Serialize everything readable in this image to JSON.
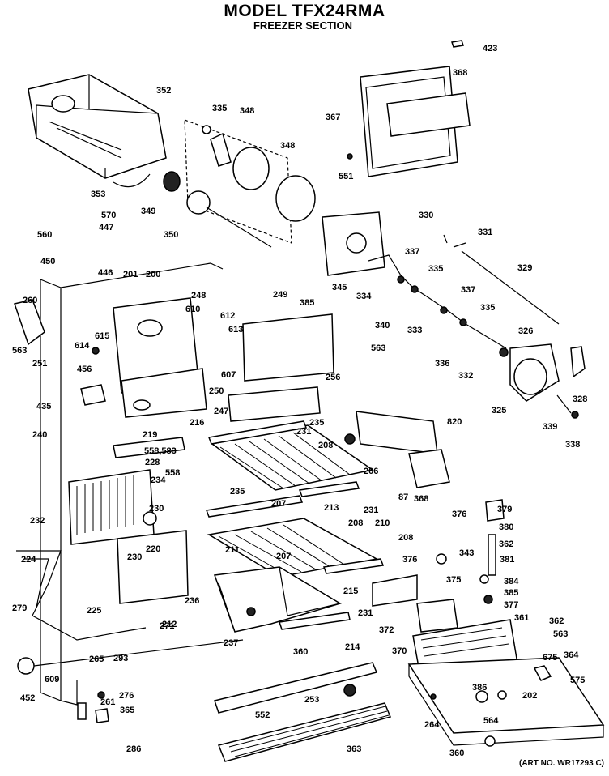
{
  "header": {
    "model": "MODEL TFX24RMA",
    "section": "FREEZER SECTION"
  },
  "footer": {
    "art_no": "(ART NO. WR17293 C)"
  },
  "part_numbers": [
    "423",
    "352",
    "335",
    "348",
    "368",
    "367",
    "348",
    "551",
    "353",
    "349",
    "350",
    "570",
    "447",
    "560",
    "330",
    "331",
    "450",
    "446",
    "201",
    "200",
    "249",
    "337",
    "345",
    "335",
    "334",
    "329",
    "260",
    "248",
    "610",
    "612",
    "385",
    "337",
    "333",
    "340",
    "614",
    "615",
    "613",
    "563",
    "335",
    "326",
    "563",
    "251",
    "607",
    "336",
    "332",
    "456",
    "250",
    "256",
    "325",
    "328",
    "435",
    "247",
    "820",
    "216",
    "235",
    "231",
    "208",
    "219",
    "240",
    "558,583",
    "228",
    "206",
    "339",
    "338",
    "558",
    "234",
    "87",
    "368",
    "207",
    "213",
    "231",
    "379",
    "376",
    "235",
    "380",
    "230",
    "210",
    "220",
    "208",
    "362",
    "232",
    "208",
    "381",
    "343",
    "230",
    "211",
    "207",
    "376",
    "375",
    "384",
    "385",
    "377",
    "224",
    "215",
    "231",
    "361",
    "362",
    "372",
    "563",
    "370",
    "675",
    "364",
    "279",
    "236",
    "225",
    "237",
    "212",
    "214",
    "271",
    "360",
    "575",
    "386",
    "202",
    "293",
    "265",
    "609",
    "276",
    "253",
    "264",
    "452",
    "261",
    "365",
    "564",
    "552",
    "286",
    "363",
    "360"
  ]
}
